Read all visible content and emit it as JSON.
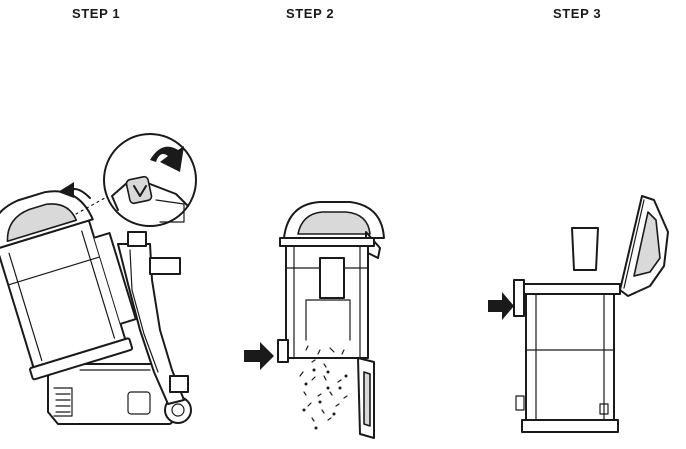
{
  "steps": [
    {
      "label": "STEP 1"
    },
    {
      "label": "STEP 2"
    },
    {
      "label": "STEP 3"
    }
  ]
}
